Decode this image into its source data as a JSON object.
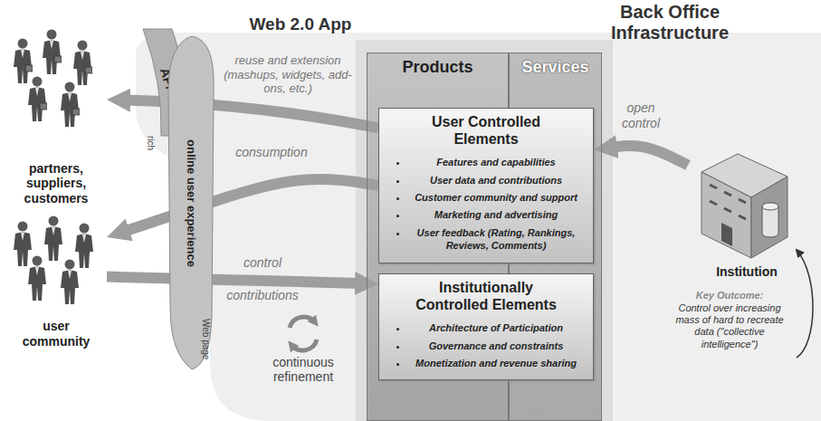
{
  "diagram": {
    "nodes": [
      {
        "text": [
          "API"
        ]
      },
      {
        "text": [
          "online user experience"
        ]
      },
      {
        "text": [
          "partners, suppliers, customers"
        ]
      },
      {
        "text": [
          "user community"
        ]
      },
      {
        "text": [
          "Products"
        ]
      },
      {
        "text": [
          "Services"
        ]
      },
      {
        "text": [
          "User Controlled Elements",
          "Features and capabilities",
          "User data and contributions",
          "Customer community and support",
          "Marketing and advertising",
          "User feedback (Rating, Rankings, Reviews, Comments)"
        ],
        "in": 4
      },
      {
        "text": [
          "Institutionally Controlled Elements",
          "Architecture of Participation",
          "Governance and constraints",
          "Monetization and revenue sharing"
        ],
        "in": 4
      },
      {
        "text": [
          "Institution"
        ]
      }
    ],
    "edges": [
      {
        "from": 6,
        "to": 2,
        "arrow": "to",
        "label": "reuse and extension (mashups, widgets, add-ons, etc.)"
      },
      {
        "from": 6,
        "to": 3,
        "arrow": "to",
        "label": "consumption"
      },
      {
        "from": 3,
        "to": 7,
        "arrow": "to",
        "label": "control contributions"
      },
      {
        "from": 8,
        "to": 6,
        "arrow": "to",
        "label": "open control"
      }
    ],
    "labels": [
      "Web 2.0 App",
      "Back Office Infrastructure",
      "rich",
      "Web page",
      "continuous refinement",
      "Key Outcome:",
      "Control over increasing mass of hard to recreate data (\"collective intelligence\")"
    ]
  }
}
